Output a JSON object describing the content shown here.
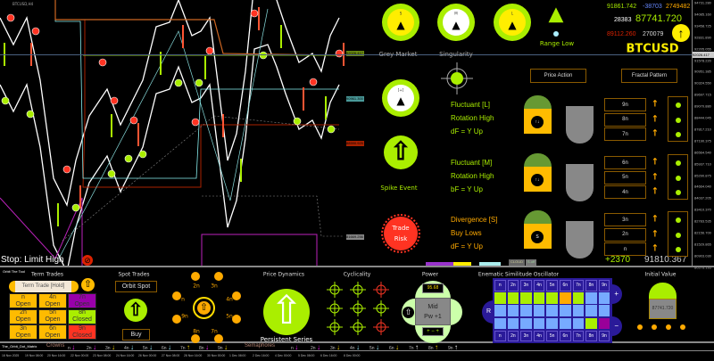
{
  "chart": {
    "symbol": "BTCUSD,H4",
    "stop_label": "Stop: Limit High",
    "current_price_tag": "92026.417",
    "level_tags": [
      "92026.417",
      "90961.300",
      "88590.925",
      "81669.256"
    ],
    "price_axis": [
      "94731.280",
      "94085.160",
      "93458.725",
      "92831.890",
      "92205.055",
      "91578.220",
      "90951.385",
      "90324.550",
      "89697.715",
      "89070.880",
      "88444.045",
      "87817.210",
      "87190.375",
      "86564.540",
      "85937.710",
      "85290.875",
      "84664.040",
      "84037.205",
      "83410.370",
      "82783.535",
      "82156.700",
      "81529.865",
      "80903.030",
      "80276.195"
    ],
    "time_axis": [
      "18 Nov 2025",
      "19 Nov 08:00",
      "20 Nov 16:00",
      "22 Nov 00:00",
      "23 Nov 08:00",
      "24 Nov 16:00",
      "26 Nov 00:00",
      "27 Nov 08:00",
      "28 Nov 16:00",
      "30 Nov 00:00",
      "1 Dec 08:00",
      "2 Dec 16:00",
      "4 Dec 00:00",
      "5 Dec 08:00",
      "6 Dec 16:00",
      "8 Dec 00:00"
    ]
  },
  "top": {
    "dials": [
      {
        "label": "S"
      },
      {
        "label": "M"
      },
      {
        "label": "L"
      }
    ],
    "range_low": "Range Low",
    "grey_market": "Grey Market",
    "singularity": "Singularity",
    "plus_dial": "[+]",
    "stats": {
      "v1": "91861.742",
      "v2": "-38703",
      "v3": "2749482",
      "v4": "28383",
      "v5": "87741.720",
      "v6": "89112.260",
      "v7": "270079",
      "symbol": "BTCUSD"
    },
    "delta": "+2370",
    "price": "91810.367"
  },
  "panel": {
    "price_action": "Price Action",
    "fractal_pattern": "Fractal Pattern",
    "spike_event": "Spike Event",
    "trade_risk_1": "Trade",
    "trade_risk_2": "Risk",
    "groups": [
      {
        "lines": [
          "Fluctuant [L]",
          "Rotation High",
          "dF = Y Up"
        ],
        "color": "#aaee00",
        "badge": "↑↓",
        "rows": [
          "9n",
          "8n",
          "7n"
        ]
      },
      {
        "lines": [
          "Fluctuant [M]",
          "Rotation High",
          "bF = Y Up"
        ],
        "color": "#aaee00",
        "badge": "↑↓",
        "rows": [
          "6n",
          "5n",
          "4n"
        ]
      },
      {
        "lines": [
          "Divergence [S]",
          "Buy Lows",
          "dF = Y Up"
        ],
        "color": "#ffaa00",
        "badge": "S",
        "rows": [
          "3n",
          "2n",
          "n"
        ]
      }
    ],
    "mini_tags": [
      "CLOUD",
      "S-off"
    ]
  },
  "bottom": {
    "tool_name": "Orbit The Tool",
    "term_title": "Term Trades",
    "term_button": "Term Trade [Hold]",
    "term_grid": [
      [
        "n",
        "Open",
        "#ffbb00"
      ],
      [
        "4n",
        "Open",
        "#ffbb00"
      ],
      [
        "7n",
        "Open",
        "#9900aa"
      ],
      [
        "2n",
        "Open",
        "#ffbb00"
      ],
      [
        "5n",
        "Open",
        "#ffbb00"
      ],
      [
        "8n",
        "Closed",
        "#aaee00"
      ],
      [
        "3n",
        "Open",
        "#ffbb00"
      ],
      [
        "6n",
        "Open",
        "#ffbb00"
      ],
      [
        "9n",
        "Closed",
        "#ff3322"
      ]
    ],
    "spot_title": "Spot Trades",
    "orbit_spot": "Orbit Spot",
    "buy": "Buy",
    "orbit_labels": [
      "2n",
      "3n",
      "n",
      "4n",
      "9n",
      "5n",
      "8n",
      "7n"
    ],
    "dynamics_title": "Price Dynamics",
    "persistent": "Persistent Series",
    "cyclicality": "Cyclicality",
    "power_title": "Power",
    "power_value": "95.68",
    "power_mid": "Mid",
    "power_pw": "Pw +1",
    "power_signs": "+ − +",
    "osc_title": "Enematic Similitude Oscillator",
    "osc_headers": [
      "n",
      "2n",
      "3n",
      "4n",
      "5n",
      "6n",
      "7n",
      "8n",
      "9n"
    ],
    "osc_rows": [
      [
        "#aaee00",
        "#aaee00",
        "#aaee00",
        "#aaee00",
        "#aaee00",
        "#ffaa00",
        "#aaee00",
        "#77aaff",
        "#77aaff"
      ],
      [
        "#77aaff",
        "#77aaff",
        "#77aaff",
        "#77aaff",
        "#77aaff",
        "#77aaff",
        "#77aaff",
        "#77aaff",
        "#77aaff"
      ],
      [
        "#77aaff",
        "#77aaff",
        "#77aaff",
        "#77aaff",
        "#77aaff",
        "#77aaff",
        "#77aaff",
        "#aaee00",
        "#990099"
      ]
    ],
    "osc_r": "R",
    "osc_plus": "+",
    "osc_minus": "−",
    "initial_title": "Initial Value",
    "initial_value": "87741.720"
  },
  "matrix": {
    "name": "The_Orbit_Dot_Matrix",
    "crowns": "Crowns",
    "semaphores": "Semaphores",
    "crown_items": [
      [
        "n",
        "↓",
        "#ff22ff"
      ],
      [
        "2n",
        "↓",
        "#ff22ff"
      ],
      [
        "3n",
        "↓",
        "#ffdd00"
      ],
      [
        "4n",
        "↓",
        "#99eeff"
      ],
      [
        "5n",
        "↓",
        "#99eeff"
      ],
      [
        "6n",
        "↓",
        "#99eeff"
      ],
      [
        "7n",
        "↑",
        "#ffdd00"
      ],
      [
        "8n",
        "↓",
        "#ff22ff"
      ],
      [
        "9n",
        "↓",
        "#ffdd00"
      ]
    ],
    "sema_items": [
      [
        "n",
        "↓",
        "#ff22ff"
      ],
      [
        "2n",
        "↓",
        "#ff22ff"
      ],
      [
        "3n",
        "↓",
        "#ffdd00"
      ],
      [
        "4n",
        "↓",
        "#99eeff"
      ],
      [
        "5n",
        "↓",
        "#99eeff"
      ],
      [
        "6n",
        "↓",
        "#ffdd00"
      ],
      [
        "7n",
        "↑",
        "#ffffff"
      ],
      [
        "8n",
        "↑",
        "#ffdd00"
      ],
      [
        "9n",
        "↑",
        "#ffffff"
      ]
    ]
  }
}
